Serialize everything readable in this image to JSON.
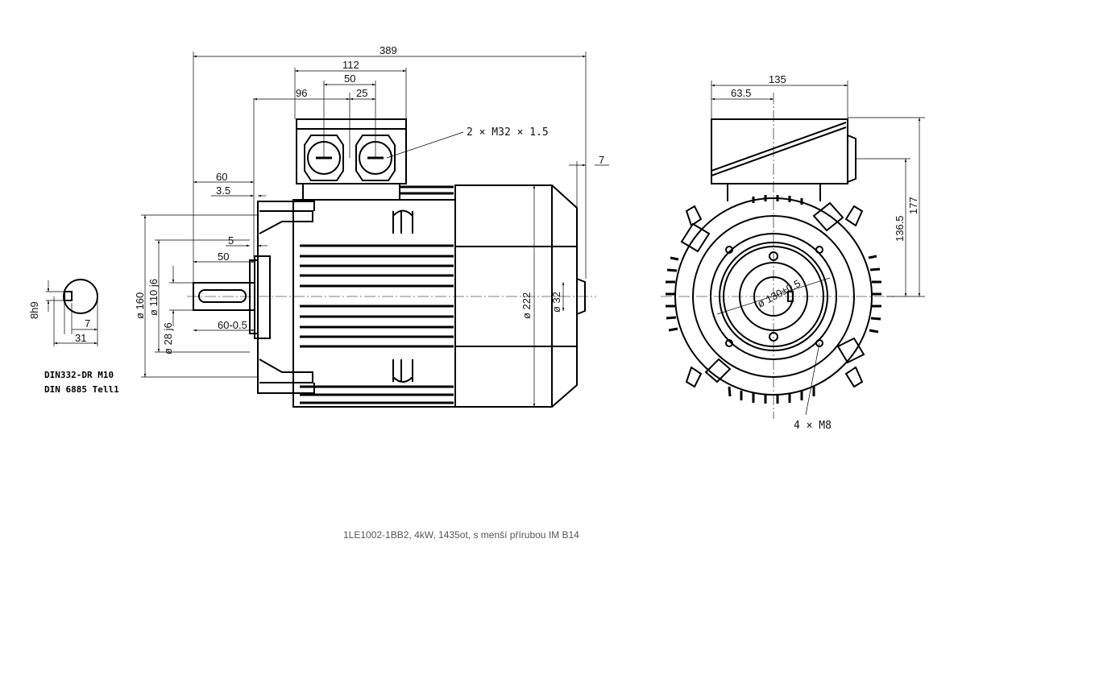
{
  "side_view": {
    "dims": {
      "overall_length": "389",
      "terminal_box_width": "112",
      "gland_spacing": "50",
      "gland_offset": "25",
      "box_position": "96",
      "flange_to_end": "7",
      "shaft_length_60": "60",
      "shaft_shoulder": "3.5",
      "spigot": "5",
      "key_length": "50",
      "shaft_tol": "60-0.5",
      "flange_diameter": "ø 160",
      "spigot_diameter": "ø 110 j6",
      "shaft_diameter": "ø 28 j6",
      "body_diameter": "ø 222",
      "rear_diameter": "ø 32"
    },
    "callout_glands": "2 × M32 × 1.5"
  },
  "end_view": {
    "dims": {
      "width": "135",
      "half_width": "63.5",
      "shaft_height": "136.5",
      "total_height": "177",
      "pcd": "ø 130±0.5"
    },
    "callout_holes": "4 × M8"
  },
  "key_section": {
    "dims": {
      "key_width": "8h9",
      "key_depth": "7",
      "shaft_dim": "31"
    },
    "standards": [
      "DIN332-DR M10",
      "DIN 6885 Tell1"
    ]
  },
  "caption": "1LE1002-1BB2, 4kW, 1435ot, s menší přírubou IM B14"
}
